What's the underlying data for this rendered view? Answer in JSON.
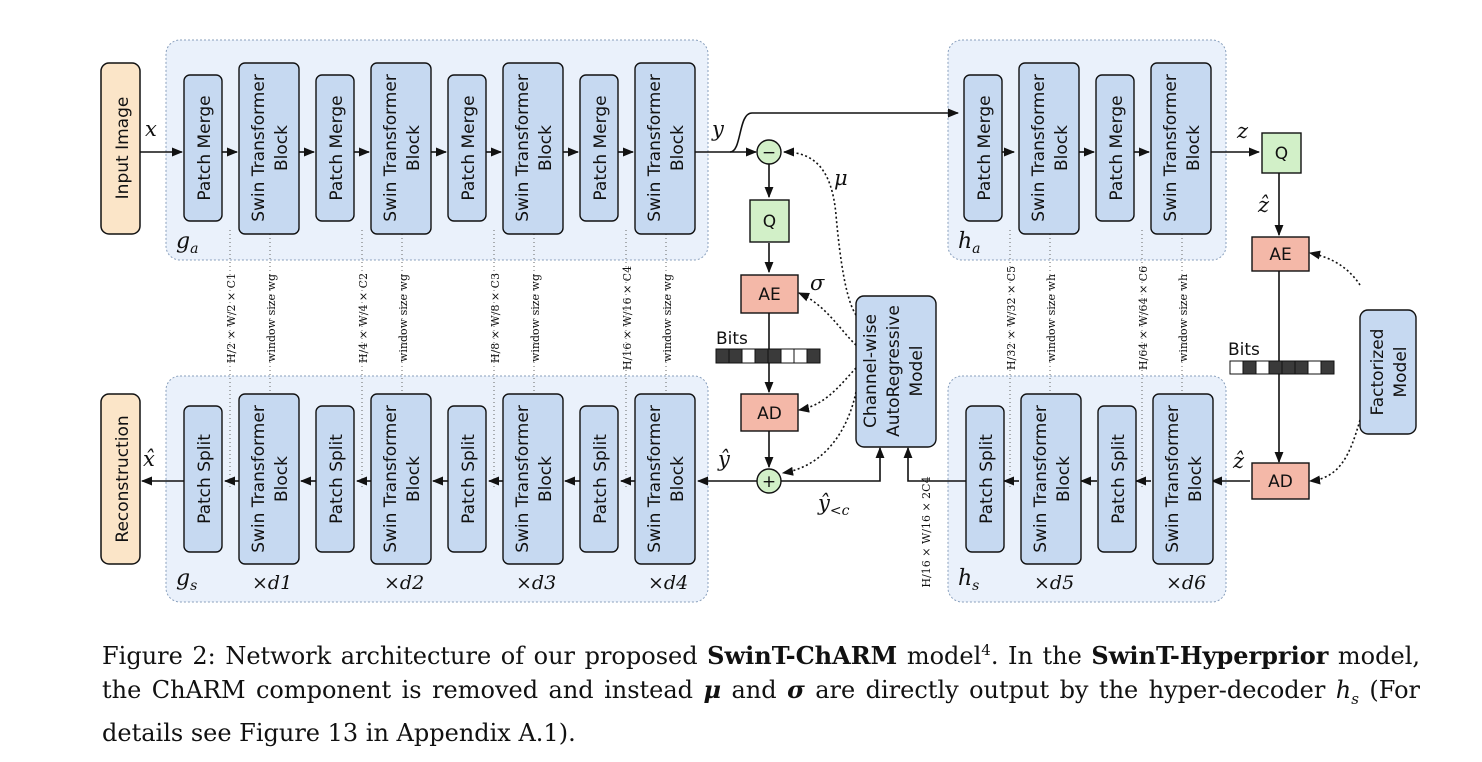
{
  "blocks": {
    "input_image": "Input Image",
    "reconstruction": "Reconstruction",
    "patch_merge": "Patch Merge",
    "patch_split": "Patch Split",
    "swin_line1": "Swin Transformer",
    "swin_line2": "Block",
    "q": "Q",
    "ae": "AE",
    "ad": "AD",
    "bits": "Bits",
    "charm_line1": "Channel-wise",
    "charm_line2": "AutoRegressive",
    "charm_line3": "Model",
    "factorized_line1": "Factorized",
    "factorized_line2": "Model",
    "minus": "−",
    "plus": "+"
  },
  "group_labels": {
    "ga_base": "g",
    "ga_sub": "a",
    "gs_base": "g",
    "gs_sub": "s",
    "ha_base": "h",
    "ha_sub": "a",
    "hs_base": "h",
    "hs_sub": "s"
  },
  "signals": {
    "x": "x",
    "y": "y",
    "z": "z",
    "mu": "μ",
    "sigma": "σ",
    "x_hat": "x̂",
    "y_hat": "ŷ",
    "y_hat_lt_c_base": "ŷ",
    "y_hat_lt_c_sub": "<c",
    "z_hat_top": "ẑ",
    "z_hat_bottom": "ẑ"
  },
  "repeats": [
    "×d1",
    "×d2",
    "×d3",
    "×d4",
    "×d5",
    "×d6"
  ],
  "dim_labels": {
    "c1": "H/2 × W/2 × C1",
    "c2": "H/4 × W/4 × C2",
    "c3": "H/8 × W/8 × C3",
    "c4": "H/16 × W/16 × C4",
    "c5": "H/32 × W/32 × C5",
    "c6": "H/64 × W/64 × C6",
    "window_g": "window size wg",
    "window_h": "window size wh",
    "hs_in": "H/16 × W/16 × 2C4"
  },
  "caption": {
    "part1": "Figure 2: Network architecture of our proposed ",
    "model1": "SwinT-ChARM",
    "part2": " model",
    "footnote": "4",
    "part3": ". In the ",
    "model2": "SwinT-Hyperprior",
    "part4": " model, the ChARM component is removed and instead ",
    "mu": "μ",
    "part5": " and ",
    "sigma": "σ",
    "part6": " are directly output by the hyper-decoder ",
    "hs": "h",
    "hs_sub": "s",
    "part7": " (For details see Figure 13 in Appendix A.1)."
  },
  "colors": {
    "swin_fill": "#c6d9f1",
    "group_fill": "#eaf1fb",
    "input_fill": "#fbe5c8",
    "op_fill": "#f4b8a8",
    "q_fill": "#d2f0c8",
    "bits_dark": "#3a3a3a",
    "bits_light": "#ffffff"
  }
}
